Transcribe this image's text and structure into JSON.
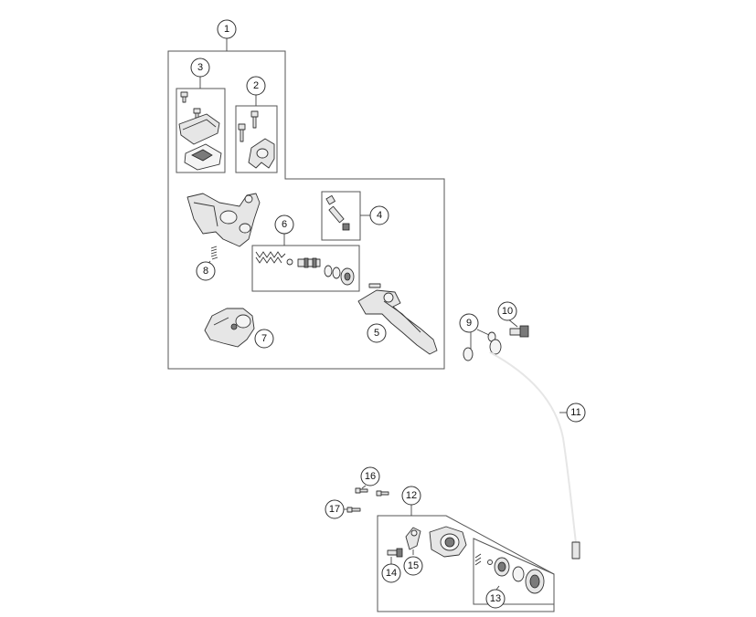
{
  "callouts": {
    "c1": "1",
    "c2": "2",
    "c3": "3",
    "c4": "4",
    "c5": "5",
    "c6": "6",
    "c7": "7",
    "c8": "8",
    "c9": "9",
    "c10": "10",
    "c11": "11",
    "c12": "12",
    "c13": "13",
    "c14": "14",
    "c15": "15",
    "c16": "16",
    "c17": "17"
  },
  "colors": {
    "stroke": "#333333",
    "fill": "#e6e6e6",
    "background": "#ffffff"
  }
}
